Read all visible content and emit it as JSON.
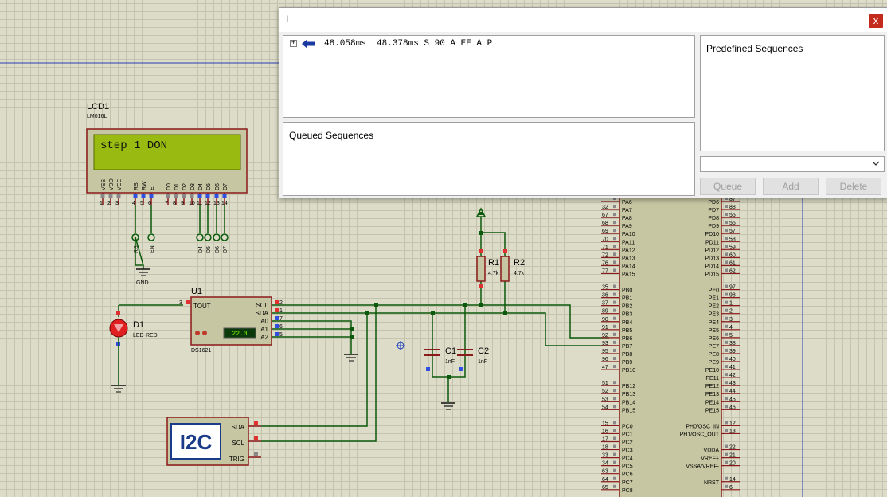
{
  "dialog": {
    "title": "I",
    "close_glyph": "x",
    "sequence_row": {
      "expand_glyph": "+",
      "icon": "arrow-left-icon",
      "text": "48.058ms  48.378ms S 90 A EE A P"
    },
    "queued_title": "Queued Sequences",
    "predefined_title": "Predefined Sequences",
    "dropdown_value": "",
    "buttons": {
      "queue": "Queue",
      "add": "Add",
      "delete": "Delete"
    }
  },
  "schematic": {
    "lcd": {
      "ref": "LCD1",
      "model": "LM016L",
      "display_text": "step 1 DON",
      "pin_names": [
        "VSS",
        "VDD",
        "VEE",
        "RS",
        "RW",
        "E",
        "D0",
        "D1",
        "D2",
        "D3",
        "D4",
        "D5",
        "D6",
        "D7"
      ],
      "pin_numbers": [
        "1",
        "2",
        "3",
        "4",
        "5",
        "6",
        "7",
        "8",
        "9",
        "10",
        "11",
        "12",
        "13",
        "14"
      ],
      "terminals": [
        "RS",
        "EN",
        "D4",
        "D5",
        "D6",
        "D7"
      ]
    },
    "gnd_label": "GND",
    "led": {
      "ref": "D1",
      "model": "LED-RED"
    },
    "u1": {
      "ref": "U1",
      "model": "DS1621",
      "tout": "TOUT",
      "pin3": "3",
      "pins": [
        {
          "name": "SCL",
          "num": "2"
        },
        {
          "name": "SDA",
          "num": "1"
        },
        {
          "name": "A0",
          "num": "7"
        },
        {
          "name": "A1",
          "num": "6"
        },
        {
          "name": "A2",
          "num": "5"
        }
      ],
      "temp": "22.0"
    },
    "r1": {
      "ref": "R1",
      "value": "4.7k"
    },
    "r2": {
      "ref": "R2",
      "value": "4.7k"
    },
    "c1": {
      "ref": "C1",
      "value": "1nF"
    },
    "c2": {
      "ref": "C2",
      "value": "1nF"
    },
    "i2c": {
      "label": "I2C",
      "pins": [
        "SDA",
        "SCL",
        "TRIG"
      ]
    },
    "mcu": {
      "left_pins": [
        {
          "name": "PA6",
          "num": ""
        },
        {
          "name": "PA7",
          "num": "32"
        },
        {
          "name": "PA8",
          "num": "67"
        },
        {
          "name": "PA9",
          "num": "68"
        },
        {
          "name": "PA10",
          "num": "69"
        },
        {
          "name": "PA11",
          "num": "70"
        },
        {
          "name": "PA12",
          "num": "71"
        },
        {
          "name": "PA13",
          "num": "72"
        },
        {
          "name": "PA14",
          "num": "76"
        },
        {
          "name": "PA15",
          "num": "77"
        },
        {
          "name": "",
          "num": ""
        },
        {
          "name": "PB0",
          "num": "35"
        },
        {
          "name": "PB1",
          "num": "36"
        },
        {
          "name": "PB2",
          "num": "37"
        },
        {
          "name": "PB3",
          "num": "89"
        },
        {
          "name": "PB4",
          "num": "90"
        },
        {
          "name": "PB5",
          "num": "91"
        },
        {
          "name": "PB6",
          "num": "92"
        },
        {
          "name": "PB7",
          "num": "93"
        },
        {
          "name": "PB8",
          "num": "95"
        },
        {
          "name": "PB9",
          "num": "96"
        },
        {
          "name": "PB10",
          "num": "47"
        },
        {
          "name": "",
          "num": ""
        },
        {
          "name": "PB12",
          "num": "51"
        },
        {
          "name": "PB13",
          "num": "52"
        },
        {
          "name": "PB14",
          "num": "53"
        },
        {
          "name": "PB15",
          "num": "54"
        },
        {
          "name": "",
          "num": ""
        },
        {
          "name": "PC0",
          "num": "15"
        },
        {
          "name": "PC1",
          "num": "16"
        },
        {
          "name": "PC2",
          "num": "17"
        },
        {
          "name": "PC3",
          "num": "18"
        },
        {
          "name": "PC4",
          "num": "33"
        },
        {
          "name": "PC5",
          "num": "34"
        },
        {
          "name": "PC6",
          "num": "63"
        },
        {
          "name": "PC7",
          "num": "64"
        },
        {
          "name": "PC8",
          "num": "65"
        }
      ],
      "right_pins": [
        {
          "name": "PD6",
          "num": "87"
        },
        {
          "name": "PD7",
          "num": "88"
        },
        {
          "name": "PD8",
          "num": "55"
        },
        {
          "name": "PD9",
          "num": "56"
        },
        {
          "name": "PD10",
          "num": "57"
        },
        {
          "name": "PD11",
          "num": "58"
        },
        {
          "name": "PD12",
          "num": "59"
        },
        {
          "name": "PD13",
          "num": "60"
        },
        {
          "name": "PD14",
          "num": "61"
        },
        {
          "name": "PD15",
          "num": "62"
        },
        {
          "name": "",
          "num": ""
        },
        {
          "name": "PE0",
          "num": "97"
        },
        {
          "name": "PE1",
          "num": "98"
        },
        {
          "name": "PE2",
          "num": "1"
        },
        {
          "name": "PE3",
          "num": "2"
        },
        {
          "name": "PE4",
          "num": "3"
        },
        {
          "name": "PE5",
          "num": "4"
        },
        {
          "name": "PE6",
          "num": "5"
        },
        {
          "name": "PE7",
          "num": "38"
        },
        {
          "name": "PE8",
          "num": "39"
        },
        {
          "name": "PE9",
          "num": "40"
        },
        {
          "name": "PE10",
          "num": "41"
        },
        {
          "name": "PE11",
          "num": "42"
        },
        {
          "name": "PE12",
          "num": "43"
        },
        {
          "name": "PE13",
          "num": "44"
        },
        {
          "name": "PE14",
          "num": "45"
        },
        {
          "name": "PE15",
          "num": "46"
        },
        {
          "name": "",
          "num": ""
        },
        {
          "name": "PH0/OSC_IN",
          "num": "12"
        },
        {
          "name": "PH1/OSC_OUT",
          "num": "13"
        },
        {
          "name": "",
          "num": ""
        },
        {
          "name": "VDDA",
          "num": "22"
        },
        {
          "name": "VREF+",
          "num": "21"
        },
        {
          "name": "VSSA/VREF-",
          "num": "20"
        },
        {
          "name": "",
          "num": ""
        },
        {
          "name": "NRST",
          "num": "14"
        },
        {
          "name": "",
          "num": "6"
        }
      ]
    }
  }
}
